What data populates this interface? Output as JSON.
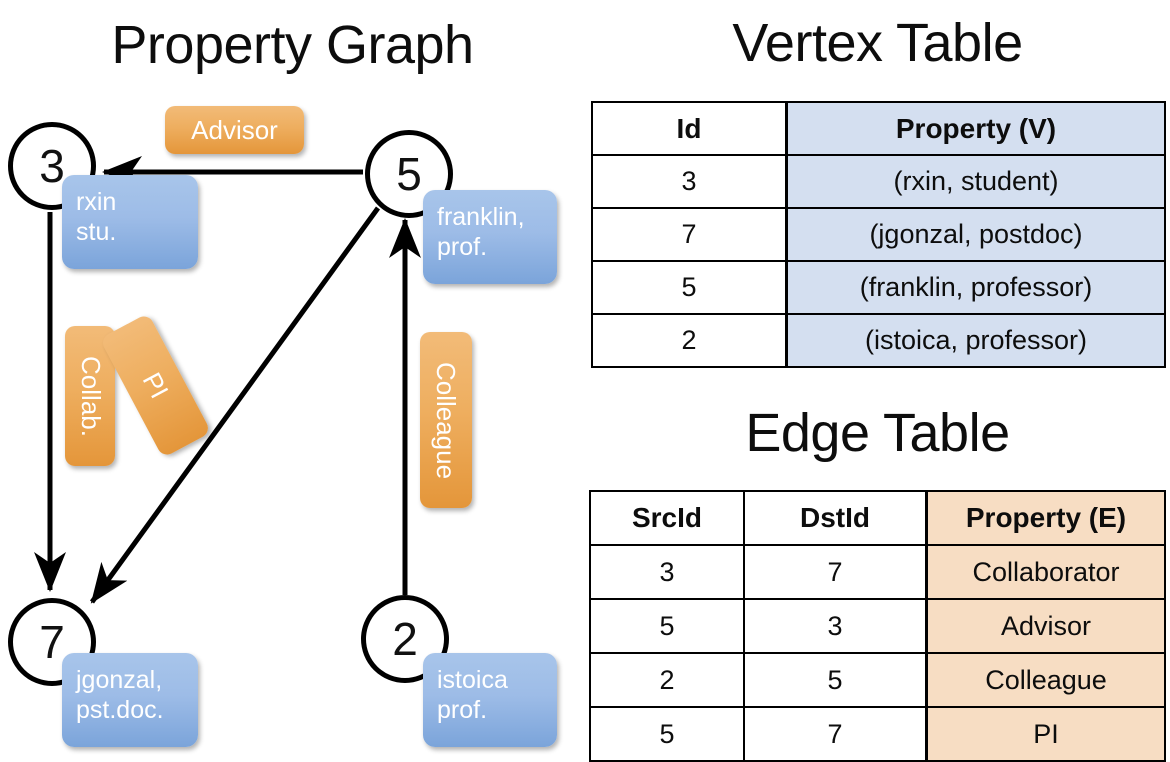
{
  "titles": {
    "property_graph": "Property Graph",
    "vertex_table": "Vertex Table",
    "edge_table": "Edge Table"
  },
  "graph": {
    "nodes": [
      {
        "id": "3",
        "property": "rxin\nstu."
      },
      {
        "id": "5",
        "property": "franklin,\nprof."
      },
      {
        "id": "7",
        "property": "jgonzal,\npst.doc."
      },
      {
        "id": "2",
        "property": "istoica\nprof."
      }
    ],
    "node_labels": {
      "n3": "3",
      "n5": "5",
      "n7": "7",
      "n2": "2"
    },
    "property_lines": {
      "n3": [
        "rxin",
        "stu."
      ],
      "n5": [
        "franklin,",
        "prof."
      ],
      "n7": [
        "jgonzal,",
        "pst.doc."
      ],
      "n2": [
        "istoica",
        "prof."
      ]
    },
    "edge_labels": {
      "advisor": "Advisor",
      "collab": "Collab.",
      "pi": "PI",
      "colleague": "Colleague"
    },
    "edges": [
      {
        "src": "5",
        "dst": "3",
        "label": "Advisor"
      },
      {
        "src": "3",
        "dst": "7",
        "label": "Collab."
      },
      {
        "src": "5",
        "dst": "7",
        "label": "PI"
      },
      {
        "src": "2",
        "dst": "5",
        "label": "Colleague"
      }
    ]
  },
  "vertex_table": {
    "headers": [
      "Id",
      "Property (V)"
    ],
    "rows": [
      {
        "id": "3",
        "property": "(rxin, student)"
      },
      {
        "id": "7",
        "property": "(jgonzal, postdoc)"
      },
      {
        "id": "5",
        "property": "(franklin, professor)"
      },
      {
        "id": "2",
        "property": "(istoica, professor)"
      }
    ]
  },
  "edge_table": {
    "headers": [
      "SrcId",
      "DstId",
      "Property (E)"
    ],
    "rows": [
      {
        "src": "3",
        "dst": "7",
        "property": "Collaborator"
      },
      {
        "src": "5",
        "dst": "3",
        "property": "Advisor"
      },
      {
        "src": "2",
        "dst": "5",
        "property": "Colleague"
      },
      {
        "src": "5",
        "dst": "7",
        "property": "PI"
      }
    ]
  },
  "colors": {
    "vertex_property_fill": "#d4dff0",
    "edge_property_fill": "#f7ddc3",
    "node_property_box": "#9dbce7",
    "edge_label_box": "#eeae5f",
    "stroke": "#000000",
    "background": "#ffffff"
  }
}
